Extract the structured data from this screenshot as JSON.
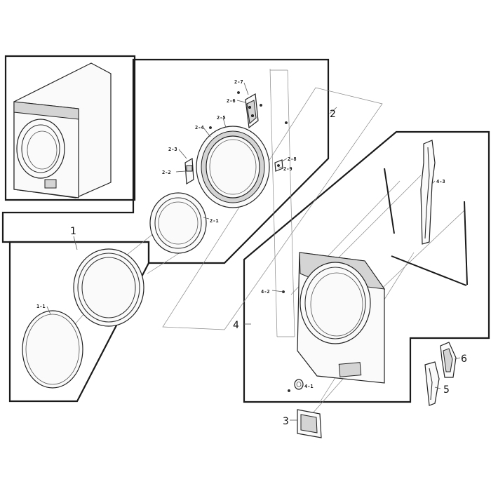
{
  "callouts_main": {
    "c1": "1",
    "c2": "2",
    "c3": "3",
    "c4": "4",
    "c5": "5",
    "c6": "6"
  },
  "callouts_sub": {
    "c1_1": "1-1",
    "c2_1": "2-1",
    "c2_2": "2-2",
    "c2_3": "2-3",
    "c2_4": "2-4",
    "c2_5": "2-5",
    "c2_6": "2-6",
    "c2_7": "2-7",
    "c2_8": "2-8",
    "c2_9": "2-9",
    "c4_1": "4-1",
    "c4_2": "4-2",
    "c4_3": "4-3"
  }
}
